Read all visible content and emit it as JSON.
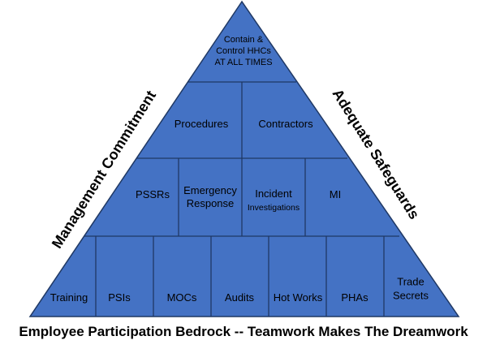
{
  "colors": {
    "fill": "#4472c4",
    "stroke": "#1f3864",
    "text": "#000000"
  },
  "pyramid": {
    "apex": {
      "lines": [
        "Contain &",
        "Control HHCs",
        "AT ALL TIMES"
      ]
    },
    "tier2": [
      {
        "lines": [
          "Procedures"
        ]
      },
      {
        "lines": [
          "Contractors"
        ]
      }
    ],
    "tier3": [
      {
        "lines": [
          "PSSRs"
        ]
      },
      {
        "lines": [
          "Emergency",
          "Response"
        ]
      },
      {
        "lines": [
          "Incident",
          "Investigations"
        ]
      },
      {
        "lines": [
          "MI"
        ]
      }
    ],
    "base": [
      {
        "lines": [
          "Training"
        ]
      },
      {
        "lines": [
          "PSIs"
        ]
      },
      {
        "lines": [
          "MOCs"
        ]
      },
      {
        "lines": [
          "Audits"
        ]
      },
      {
        "lines": [
          "Hot Works"
        ]
      },
      {
        "lines": [
          "PHAs"
        ]
      },
      {
        "lines": [
          "Trade",
          "Secrets"
        ]
      }
    ]
  },
  "left_side_label": "Management Commitment",
  "right_side_label": "Adequate Safeguards",
  "footer": "Employee  Participation  Bedrock -- Teamwork Makes The Dreamwork"
}
